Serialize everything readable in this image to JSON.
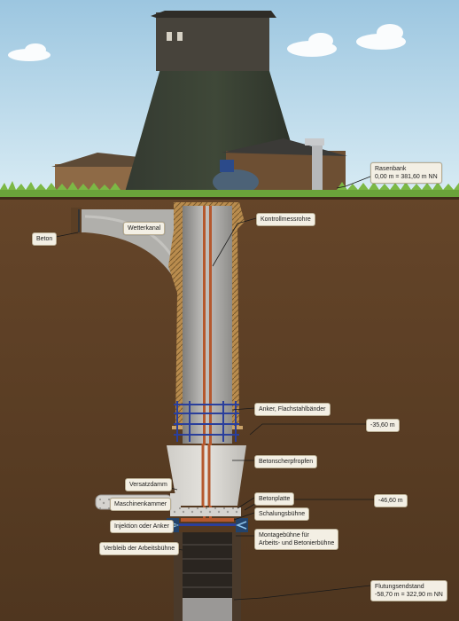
{
  "labels": {
    "rasenbank": {
      "line1": "Rasenbank",
      "line2": "0,00 m = 381,60 m NN"
    },
    "beton": "Beton",
    "wetterkanal": "Wetterkanal",
    "kontrollmessrohre": "Kontrollmessrohre",
    "anker_flachstahlbaender": "Anker, Flachstahlbänder",
    "depth_35_60": "-35,60 m",
    "betonscherpfropfen": "Betonscherpfropfen",
    "versatzdamm": "Versatzdamm",
    "maschinenkammer": "Maschinenkammer",
    "betonplatte": "Betonplatte",
    "depth_46_60": "-46,60 m",
    "schalungsbuehne": "Schalungsbühne",
    "injektion_oder_anker": "Injektion oder Anker",
    "montagebuehne": {
      "line1": "Montagebühne für",
      "line2": "Arbeits- und Betonierbühne"
    },
    "verbleib_arbeitsbuehne": "Verbleib der Arbeitsbühne",
    "flutungsendstand": {
      "line1": "Flutungsendstand",
      "line2": "-58,70 m = 322,90 m NN"
    }
  },
  "colors": {
    "sky": "#a9cde3",
    "grass": "#6aa33a",
    "earth": "#5b3f25",
    "concrete": "#a9a8a5",
    "control_pipe": "#b5582d",
    "anchor_bands": "#2a3f9c",
    "label_bg": "#f3efe4"
  }
}
